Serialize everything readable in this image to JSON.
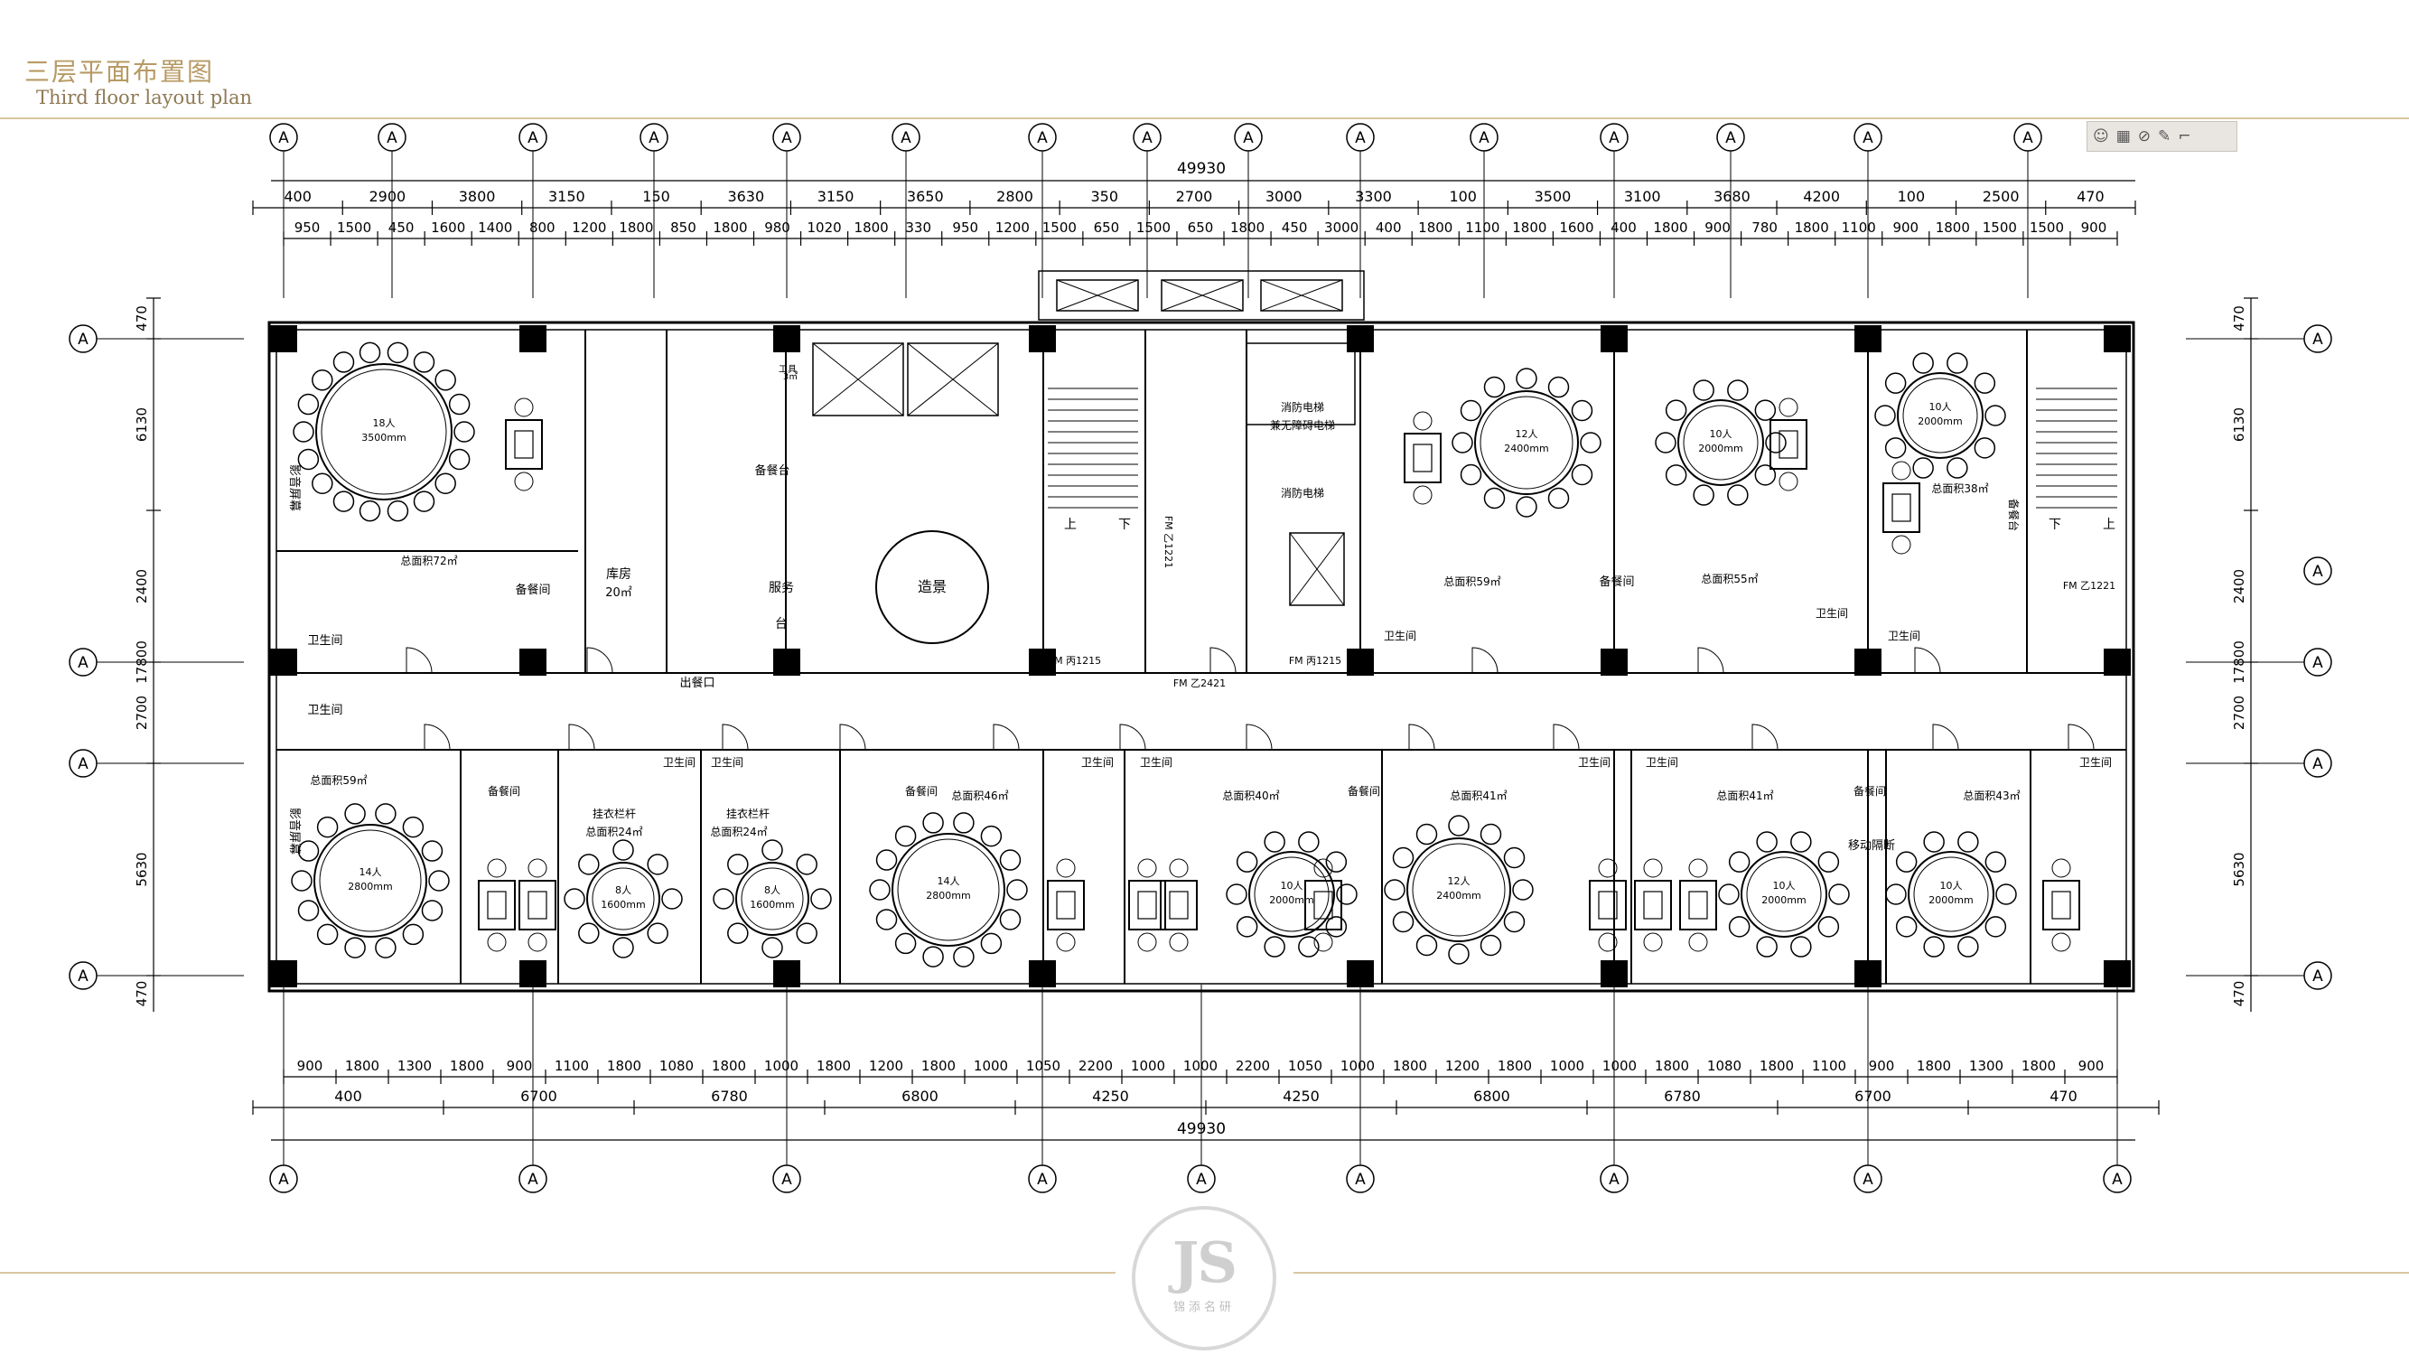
{
  "header": {
    "title": "三层平面布置图",
    "subtitle": "Third floor layout plan"
  },
  "grid_label": "A",
  "dims": {
    "top_total": "49930",
    "bottom_total": "49930",
    "top_row1": [
      "400",
      "2900",
      "3800",
      "3150",
      "150",
      "3630",
      "3150",
      "3650",
      "2800",
      "350",
      "2700",
      "3000",
      "3300",
      "100",
      "3500",
      "3100",
      "3680",
      "4200",
      "100",
      "2500",
      "470"
    ],
    "top_row2": [
      "950",
      "1500",
      "450",
      "1600",
      "1400",
      "800",
      "1200",
      "1800",
      "850",
      "1800",
      "980",
      "1020",
      "1800",
      "330",
      "950",
      "1200",
      "1500",
      "650",
      "1500",
      "650",
      "1800",
      "450",
      "3000",
      "400",
      "1800",
      "1100",
      "1800",
      "1600",
      "400",
      "1800",
      "900",
      "780",
      "1800",
      "1100",
      "900",
      "1800",
      "1500",
      "1500",
      "900"
    ],
    "bottom_row1": [
      "900",
      "1800",
      "1300",
      "1800",
      "900",
      "1100",
      "1800",
      "1080",
      "1800",
      "1000",
      "1800",
      "1200",
      "1800",
      "1000",
      "1050",
      "2200",
      "1000",
      "1000",
      "2200",
      "1050",
      "1000",
      "1800",
      "1200",
      "1800",
      "1000",
      "1000",
      "1800",
      "1080",
      "1800",
      "1100",
      "900",
      "1800",
      "1300",
      "1800",
      "900"
    ],
    "bottom_row2": [
      "400",
      "6700",
      "6780",
      "6800",
      "4250",
      "4250",
      "6800",
      "6780",
      "6700",
      "470"
    ],
    "left": [
      "470",
      "6130",
      "2400",
      "17800",
      "2700",
      "5630",
      "470"
    ],
    "right": [
      "470",
      "6130",
      "2400",
      "17800",
      "2700",
      "5630",
      "470"
    ]
  },
  "rooms": {
    "r1_people": "18人",
    "r1_size": "3500mm",
    "r1_area": "总面积72㎡",
    "screen": "影音屏幕",
    "storage": "库房",
    "storage_area": "20㎡",
    "prep": "备餐台",
    "prep2": "备餐间",
    "service": "服务",
    "service2": "台",
    "tool": "工具",
    "tool_area": "3㎡",
    "landscape": "造景",
    "fire": "消防电梯",
    "fire2": "兼无障碍电梯",
    "fire3": "消防电梯",
    "up": "上",
    "down": "下",
    "fm1": "FM 乙1221",
    "fm2": "FM 丙1215",
    "fm3": "FM 乙2421",
    "fm4": "FM 丙1215",
    "fm5": "FM 乙1221",
    "wc": "卫生间",
    "serving_out": "出餐口",
    "r2_people": "12人",
    "r2_size": "2400mm",
    "r2_area": "总面积59㎡",
    "r3_people": "10人",
    "r3_size": "2000mm",
    "r3_area": "总面积55㎡",
    "r4_people": "10人",
    "r4_size": "2000mm",
    "r4_area": "总面积38㎡",
    "r5_people": "14人",
    "r5_size": "2800mm",
    "r5_area": "总面积59㎡",
    "r6_people": "8人",
    "r6_size": "1600mm",
    "r6_area": "总面积24㎡",
    "r7_people": "8人",
    "r7_size": "1600mm",
    "r7_area": "总面积24㎡",
    "coat": "挂衣栏杆",
    "r8_people": "14人",
    "r8_size": "2800mm",
    "r8_area": "总面积46㎡",
    "r9_people": "10人",
    "r9_size": "2000mm",
    "r9_area": "总面积40㎡",
    "r10_people": "12人",
    "r10_size": "2400mm",
    "r10_area": "总面积41㎡",
    "r11_people": "10人",
    "r11_size": "2000mm",
    "r11_area": "总面积41㎡",
    "r12_people": "10人",
    "r12_size": "2000mm",
    "r12_area": "总面积43㎡",
    "partition": "移动隔断"
  },
  "logo": {
    "mono": "JS",
    "sub": "锦添名研"
  },
  "colors": {
    "accent": "#b79a63",
    "line": "#000000",
    "rule": "#d9c7a0"
  }
}
